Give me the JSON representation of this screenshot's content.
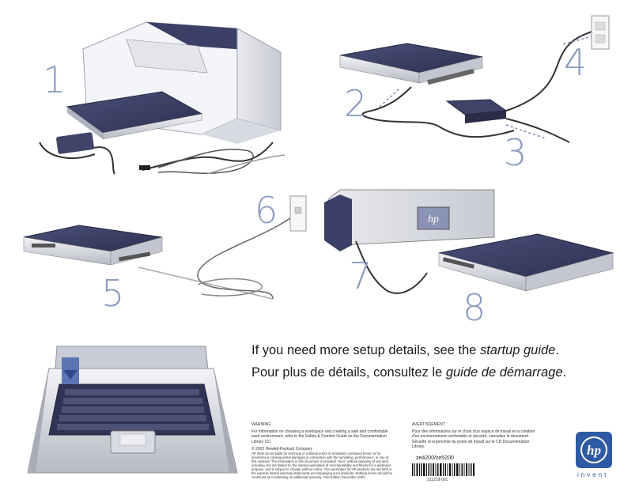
{
  "steps": [
    "1",
    "2",
    "3",
    "4",
    "5",
    "6",
    "7",
    "8"
  ],
  "tagline": {
    "en_before": "If you need more setup details, see the ",
    "en_emph": "startup guide",
    "en_after": ".",
    "fr_before": "Pour plus de détails, consultez le ",
    "fr_emph": "guide de démarrage",
    "fr_after": "."
  },
  "legal_en": {
    "heading": "WARNING:",
    "body": "For information on choosing a workspace and creating a safe and comfortable work environment, refer to the Safety & Comfort Guide on the Documentation Library CD.",
    "copyright": "© 2002 Hewlett-Packard Company",
    "disclaimer": "HP shall not be liable for technical or editorial errors or omissions contained herein or for incidental or consequential damages in connection with the furnishing, performance, or use of this material. The information in this document is provided \"as is\" without warranty of any kind, including, but not limited to, the implied warranties of merchantability and fitness for a particular purpose, and is subject to change without notice. The warranties for HP products are set forth in the express limited warranty statements accompanying such products. Nothing herein should be construed as constituting an additional warranty. First Edition December 2002."
  },
  "legal_fr": {
    "heading": "AVERTISSEMENT :",
    "body": "Pour des informations sur le choix d'un espace de travail et la création d'un environnement confortable et sécurité, consultez le document Sécurité et ergonomie du poste de travail sur le CD Documentation Library."
  },
  "models": "ze4200/ze5200",
  "part_number": "311219-001",
  "brand": {
    "logo_text": "hp",
    "tagline": "invent",
    "color": "#2d5aa3"
  },
  "colors": {
    "step_number": "#8a9bbd",
    "laptop_lid": "#3a3f63"
  }
}
